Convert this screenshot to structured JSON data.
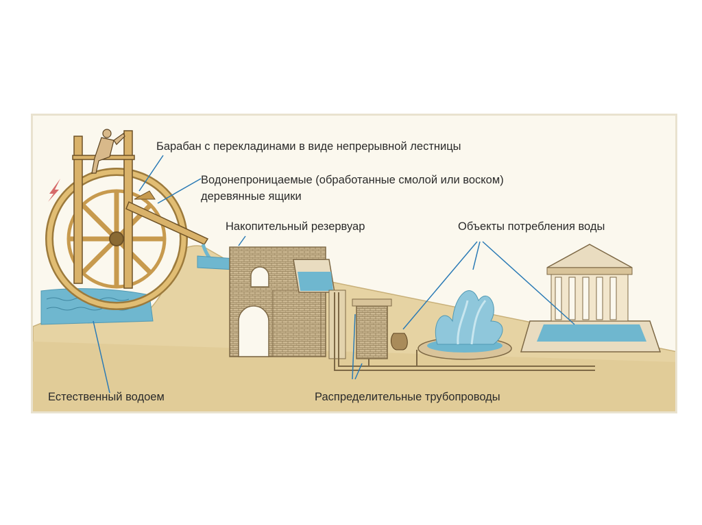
{
  "labels": {
    "drum": "Барабан с перекладинами в виде непрерывной лестницы",
    "boxes_line1": "Водонепроницаемые (обработанные смолой или воском)",
    "boxes_line2": "деревянные ящики",
    "reservoir": "Накопительный резервуар",
    "consumers": "Объекты потребления воды",
    "natural_pond": "Естественный водоем",
    "pipelines": "Распределительные трубопроводы"
  },
  "colors": {
    "ground": "#e6d3a3",
    "ground_edge": "#c8b079",
    "water": "#6fb7cf",
    "wood": "#d9b26a",
    "wood_dark": "#8a6a33",
    "brick": "#c8b48e",
    "leader_line": "#2a7ab5",
    "label_text": "#2a2a2a"
  }
}
